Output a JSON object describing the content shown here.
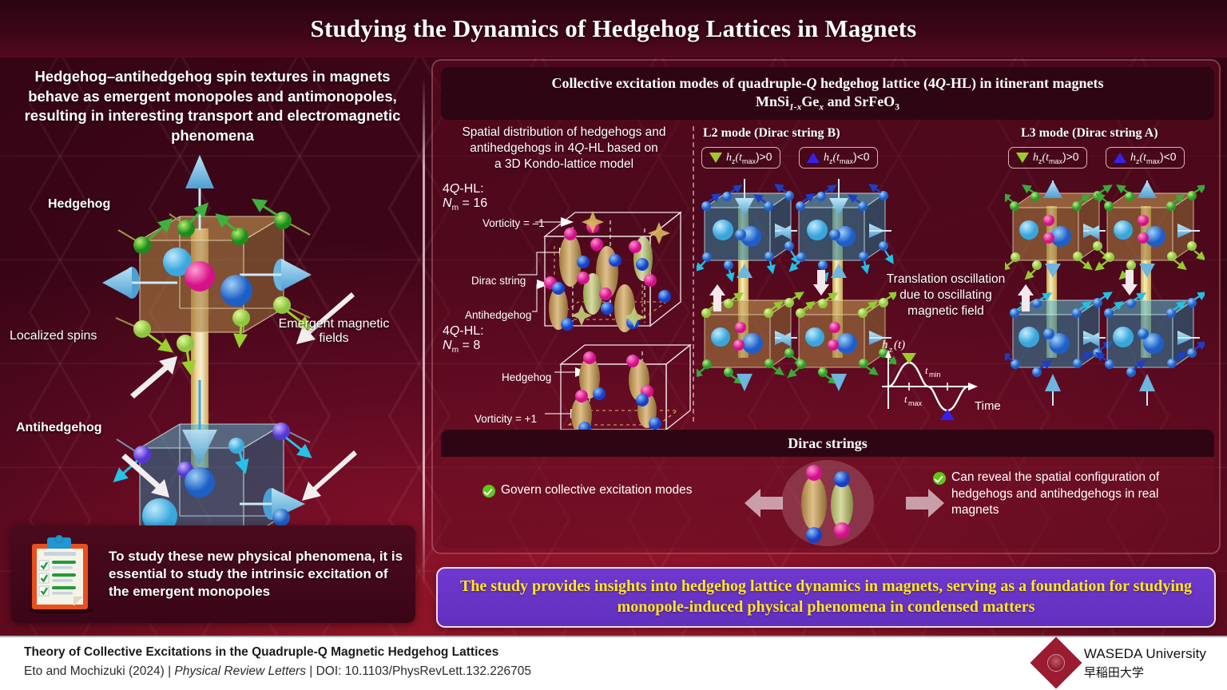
{
  "title": "Studying the Dynamics of Hedgehog Lattices in Magnets",
  "left": {
    "lede": "Hedgehog–antihedgehog spin textures in magnets behave as emergent monopoles and antimonopoles, resulting in interesting transport and electromagnetic phenomena",
    "label_hedgehog": "Hedgehog",
    "label_antihedgehog": "Antihedgehog",
    "label_localized_spins": "Localized spins",
    "label_emergent_fields": "Emergent magnetic\nfields",
    "callout": "To study these new physical phenomena, it is essential to study the intrinsic excitation of the emergent monopoles",
    "callout_icon": "clipboard-checklist-icon"
  },
  "right": {
    "header_line1_a": "Collective excitation modes of quadruple-",
    "header_line1_q": "Q",
    "header_line1_b": " hedgehog lattice (4",
    "header_line1_q2": "Q",
    "header_line1_c": "-HL) in itinerant magnets",
    "header_line2_pre": "MnSi",
    "header_line2_sub1": "1-x",
    "header_line2_ge": "Ge",
    "header_line2_sub2": "x",
    "header_line2_mid": " and SrFeO",
    "header_line2_sub3": "3",
    "panel_a": {
      "caption_l1": "Spatial distribution of hedgehogs and",
      "caption_l2_a": "antihedgehogs in 4",
      "caption_l2_q": "Q",
      "caption_l2_b": "-HL based on",
      "caption_l3": "a 3D Kondo-lattice model",
      "top_label_a": "4",
      "top_label_q": "Q",
      "top_label_b": "-HL:",
      "top_nm": "N",
      "top_nm_sub": "m",
      "top_nm_val": " = 16",
      "bottom_nm_val": " = 8",
      "ann_vorticity_neg": "Vorticity = –1",
      "ann_dirac_string": "Dirac string",
      "ann_antihedgehog": "Antihedgehog",
      "ann_hedgehog": "Hedgehog",
      "ann_vorticity_pos": "Vorticity = +1"
    },
    "l2": {
      "title": "L2 mode (Dirac string B)",
      "badge_pos_h": "h",
      "badge_pos_sub_z": "z",
      "badge_pos_t": "(t",
      "badge_pos_sub_max": "max",
      "badge_pos_tail": ")>0",
      "badge_neg_tail": ")<0",
      "badge_pos_icon": "green-down-triangle-icon",
      "badge_neg_icon": "blue-up-triangle-icon"
    },
    "l3": {
      "title": "L3 mode (Dirac string A)"
    },
    "middle": {
      "text": "Translation oscillation due to oscillating magnetic field",
      "plot_ylabel_h": "h",
      "plot_ylabel_sub": "z",
      "plot_ylabel_t": "(t)",
      "plot_tmax": "t",
      "plot_tmax_sub": "max",
      "plot_tmin": "t",
      "plot_tmin_sub": "min",
      "plot_xlabel": "Time"
    },
    "dirac": {
      "heading": "Dirac strings",
      "left_text": "Govern collective excitation modes",
      "right_text": "Can reveal the spatial configuration of hedgehogs and antihedgehogs in real magnets",
      "left_arrow_icon": "left-arrow-icon",
      "right_arrow_icon": "right-arrow-icon"
    },
    "conclusion": "The study provides insights into hedgehog lattice dynamics in magnets, serving as a foundation for studying monopole-induced physical phenomena in condensed matters"
  },
  "footer": {
    "paper_title": "Theory of Collective Excitations in the Quadruple-Q Magnetic Hedgehog Lattices",
    "authors": "Eto and Mochizuki (2024) | ",
    "journal": "Physical Review Letters",
    "doi": " | DOI: 10.1103/PhysRevLett.132.226705",
    "logo_en": "WASEDA University",
    "logo_jp": "早稲田大学"
  },
  "colors": {
    "accent_red": "#a5182c",
    "dark_maroon": "#2e0613",
    "purple_banner": "#6f38cf",
    "yellow_text": "#ffe81a",
    "green_triangle": "#9ccc29",
    "blue_triangle": "#3322ee",
    "check_green": "#5cc914",
    "waseda_red": "#9b1b30"
  }
}
